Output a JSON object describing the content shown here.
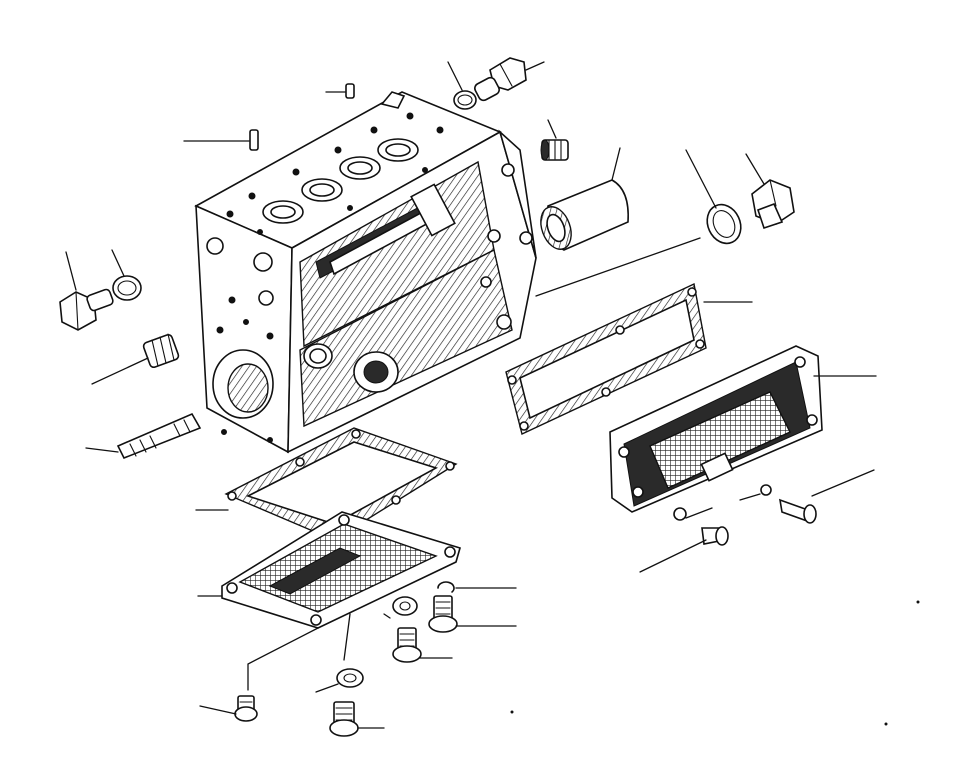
{
  "figure": {
    "ink_color": "#111111",
    "paper_color": "#ffffff",
    "style": "exploded-view line drawing, no printed labels",
    "parts": [
      "pin-small-top",
      "pin-small-left",
      "union-fitting",
      "o-ring-top",
      "roller-bushing-top",
      "sleeve",
      "washer-right",
      "plug-nut-right",
      "plug-nut-left",
      "o-ring-left",
      "roller-bushing-left",
      "stud",
      "pump-housing",
      "side-gasket",
      "side-cover",
      "bottom-gasket",
      "bottom-cover",
      "bolt-right-1",
      "bolt-right-2",
      "nut-right-1",
      "nut-right-2",
      "retaining-ring",
      "washer-bottom-1",
      "bolt-bottom-1",
      "bolt-bottom-2",
      "washer-bottom-2",
      "drain-plug",
      "bolt-bottom-3"
    ]
  }
}
